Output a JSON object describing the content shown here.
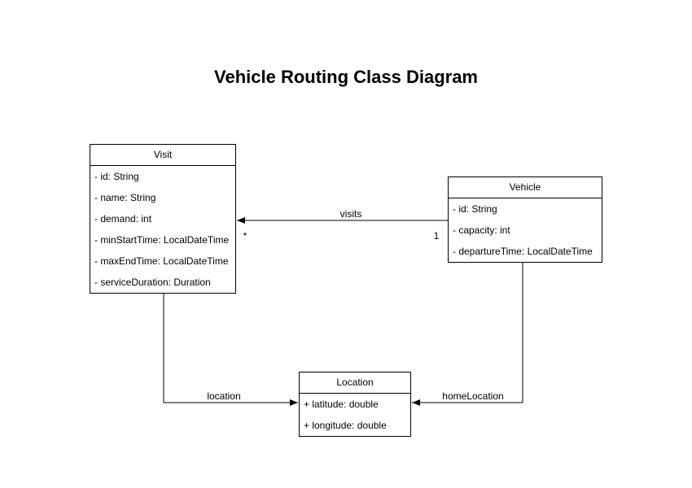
{
  "title": "Vehicle Routing Class Diagram",
  "colors": {
    "background": "#ffffff",
    "box_fill": "#ffffff",
    "line": "#000000",
    "text": "#000000"
  },
  "classes": {
    "visit": {
      "name": "Visit",
      "attributes": [
        "- id: String",
        "- name: String",
        "- demand: int",
        "- minStartTime: LocalDateTime",
        "- maxEndTime: LocalDateTime",
        "- serviceDuration: Duration"
      ]
    },
    "vehicle": {
      "name": "Vehicle",
      "attributes": [
        "- id: String",
        "- capacity: int",
        "- departureTime: LocalDateTime"
      ]
    },
    "location": {
      "name": "Location",
      "attributes": [
        "+ latitude: double",
        "+ longitude: double"
      ]
    }
  },
  "associations": {
    "visits": {
      "label": "visits",
      "from": "Vehicle",
      "to": "Visit",
      "multiplicity_at_visit": "*",
      "multiplicity_at_vehicle": "1"
    },
    "location": {
      "label": "location",
      "from": "Visit",
      "to": "Location"
    },
    "home_location": {
      "label": "homeLocation",
      "from": "Vehicle",
      "to": "Location"
    }
  }
}
